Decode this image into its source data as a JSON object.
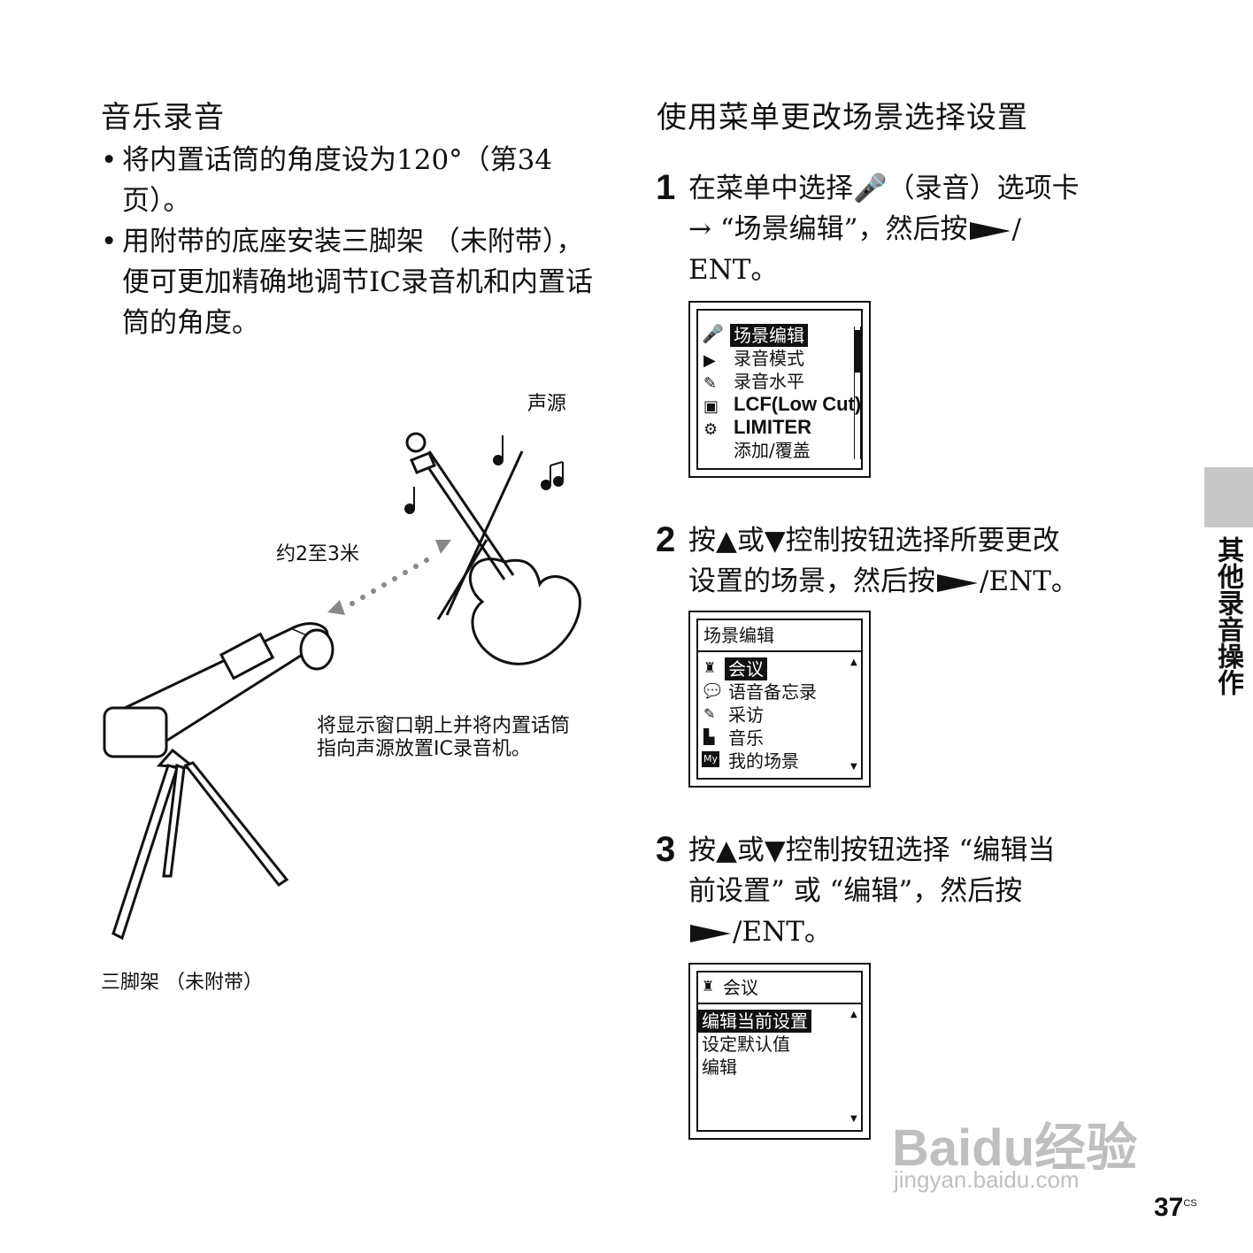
{
  "left": {
    "heading": "音乐录音",
    "bullets": [
      "将内置话筒的角度设为120°（第34页）。",
      "用附带的底座安装三脚架 （未附带），便可更加精确地调节IC录音机和内置话筒的角度。"
    ],
    "labels": {
      "sound_source": "声源",
      "distance": "约2至3米",
      "instruction": "将显示窗口朝上并将内置话筒指向声源放置IC录音机。",
      "tripod": "三脚架 （未附带）"
    }
  },
  "right": {
    "heading": "使用菜单更改场景选择设置",
    "steps": [
      {
        "num": "1",
        "line1": "在菜单中选择",
        "line1b": "（录音）选项卡",
        "line2": "→ “场景编辑”，然后按",
        "line2b": "/",
        "line3": "ENT。"
      },
      {
        "num": "2",
        "line1": "按▲或▼控制按钮选择所要更改",
        "line2": "设置的场景，然后按",
        "line2b": "/ENT。"
      },
      {
        "num": "3",
        "line1": "按▲或▼控制按钮选择 “编辑当",
        "line2": "前设置” 或 “编辑”，然后按",
        "line3": "/ENT。"
      }
    ],
    "screen1": {
      "items": [
        "场景编辑",
        "录音模式",
        "录音水平",
        "LCF(Low Cut)",
        "LIMITER",
        "添加/覆盖"
      ]
    },
    "screen2": {
      "title": "场景编辑",
      "items": [
        "会议",
        "语音备忘录",
        "采访",
        "音乐",
        "我的场景"
      ],
      "my_icon": "My"
    },
    "screen3": {
      "title": "会议",
      "items": [
        "编辑当前设置",
        "设定默认值",
        "编辑"
      ]
    }
  },
  "side_tab": "其他录音操作",
  "page": {
    "number": "37",
    "suffix": "CS"
  },
  "watermark": {
    "brand1": "Bai",
    "brand2": "du",
    "brand3": "经验",
    "url": "jingyan.baidu.com"
  }
}
